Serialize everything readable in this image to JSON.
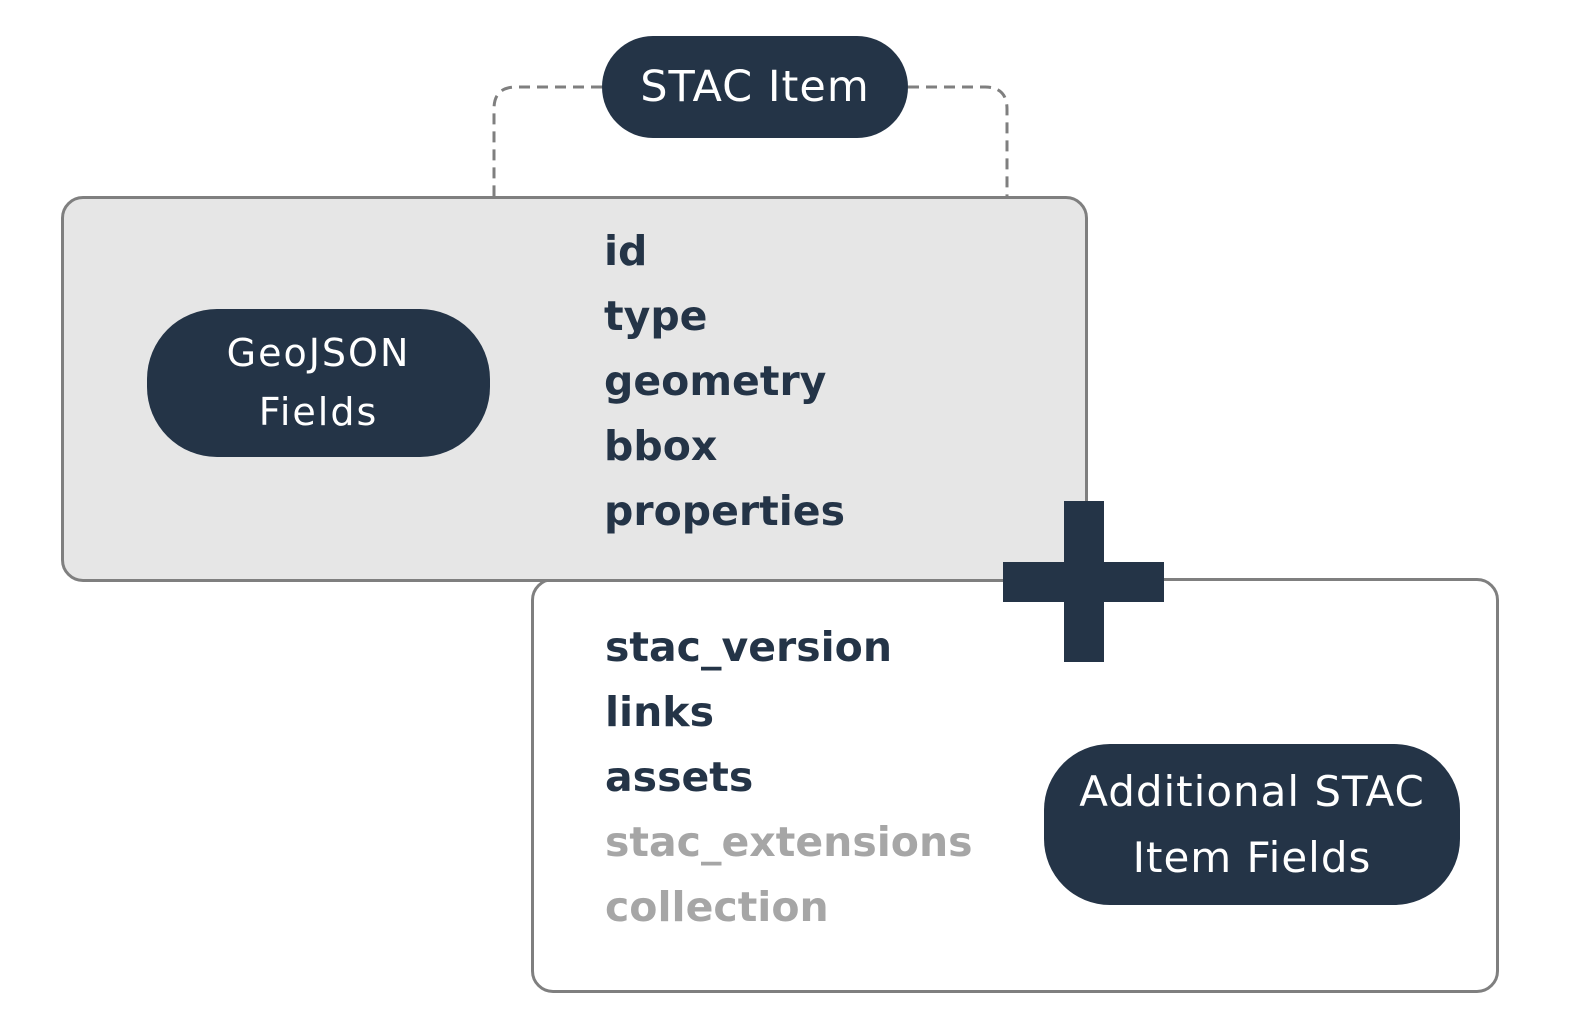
{
  "diagram": {
    "title": "STAC Item",
    "geojson_group": {
      "label_lines": [
        "GeoJSON",
        "Fields"
      ],
      "fields": [
        "id",
        "type",
        "geometry",
        "bbox",
        "properties"
      ]
    },
    "stac_group": {
      "label_lines": [
        "Additional STAC",
        "Item Fields"
      ],
      "required_fields": [
        "stac_version",
        "links",
        "assets"
      ],
      "optional_fields": [
        "stac_extensions",
        "collection"
      ]
    },
    "plus_symbol": "plus-icon",
    "colors": {
      "navy": "#243447",
      "panel_gray": "#e6e6e6",
      "border_gray": "#7f7f7f",
      "optional_text": "#a6a6a6",
      "white": "#ffffff"
    }
  }
}
